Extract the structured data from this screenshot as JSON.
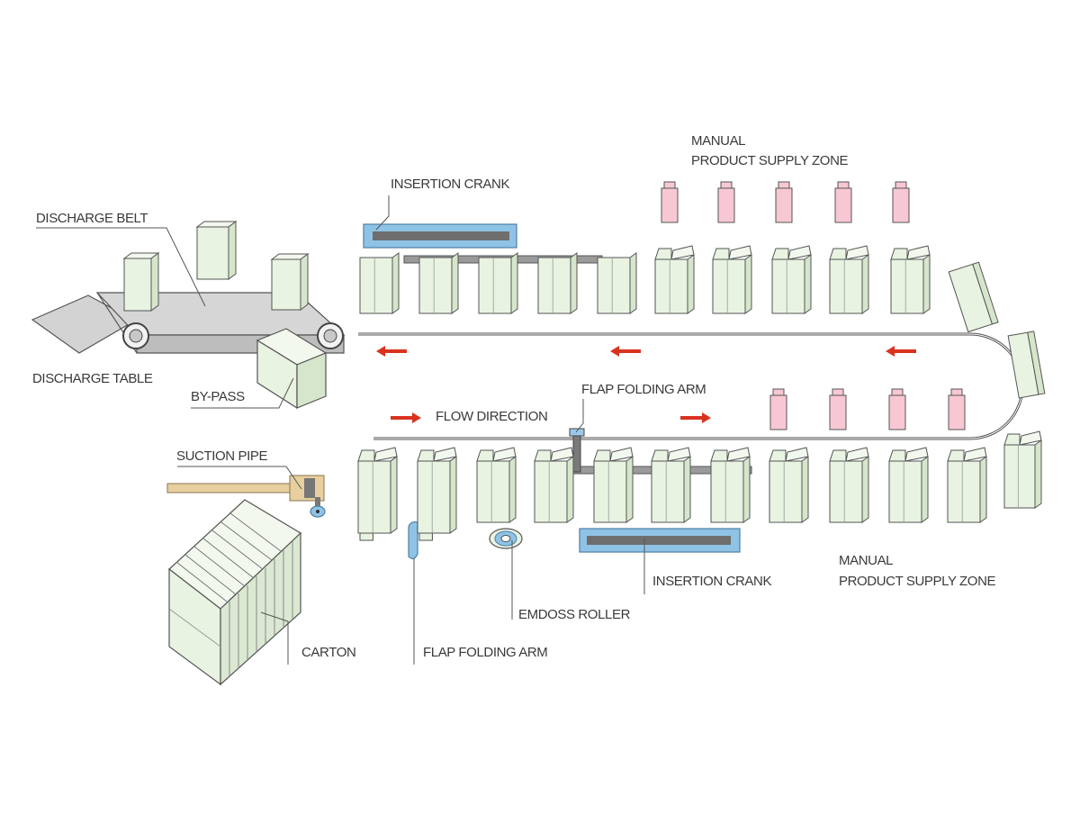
{
  "labels": {
    "manual_supply_top_1": "MANUAL",
    "manual_supply_top_2": "PRODUCT SUPPLY ZONE",
    "insertion_crank_top": "INSERTION CRANK",
    "discharge_belt": "DISCHARGE BELT",
    "discharge_table": "DISCHARGE TABLE",
    "by_pass": "BY-PASS",
    "flap_folding_arm_top": "FLAP FOLDING ARM",
    "flow_direction": "FLOW DIRECTION",
    "suction_pipe": "SUCTION PIPE",
    "insertion_crank_bottom": "INSERTION CRANK",
    "manual_supply_bottom_1": "MANUAL",
    "manual_supply_bottom_2": "PRODUCT SUPPLY ZONE",
    "emboss_roller": "EMDOSS ROLLER",
    "carton": "CARTON",
    "flap_folding_arm_bottom": "FLAP FOLDING ARM"
  },
  "colors": {
    "carton_fill": "#e8f3e1",
    "carton_side": "#d6e6cc",
    "outline": "#555555",
    "product_fill": "#f7c7d3",
    "crank_blue": "#8fc3e6",
    "arrow_red": "#d9331f",
    "belt_gray": "#c9c9c9",
    "pipe_tan": "#e8cfa0"
  },
  "icons": {
    "flow_arrow": "red-arrow-icon",
    "roller": "roller-icon"
  }
}
